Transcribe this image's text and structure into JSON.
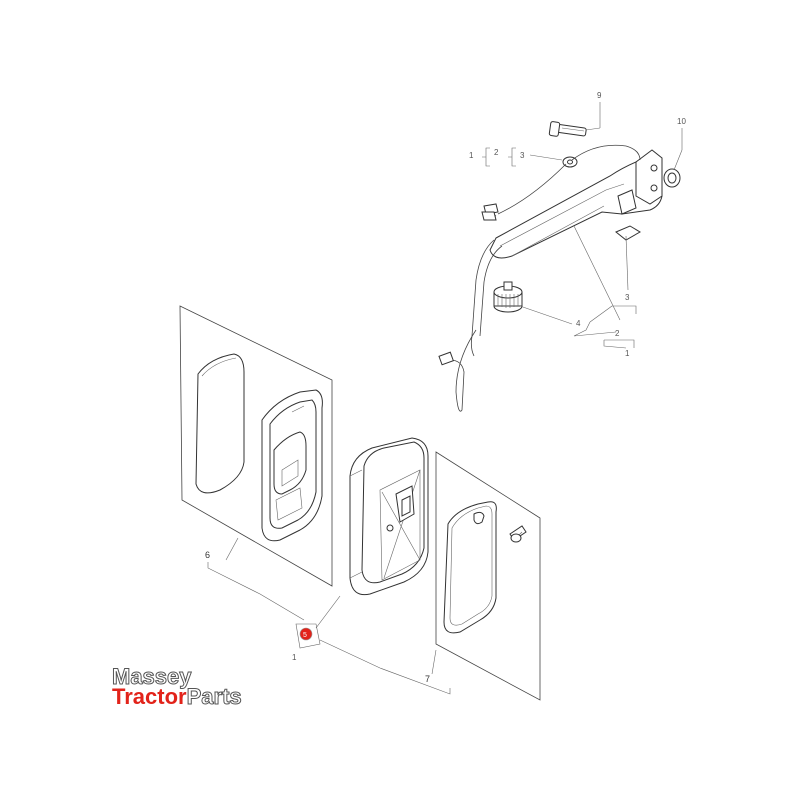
{
  "diagram": {
    "callouts": {
      "c9": "9",
      "c10": "10",
      "top_1": "1",
      "top_2": "2",
      "top_3": "3",
      "right_3": "3",
      "right_4": "4",
      "right_2": "2",
      "right_1": "1",
      "c6": "6",
      "c5": "5",
      "c5_sub": "1",
      "c7": "7"
    },
    "highlight_color": "#e2231a"
  },
  "logo": {
    "line1": "Massey",
    "line2_part1": "Tractor",
    "line2_part2": "Parts"
  }
}
